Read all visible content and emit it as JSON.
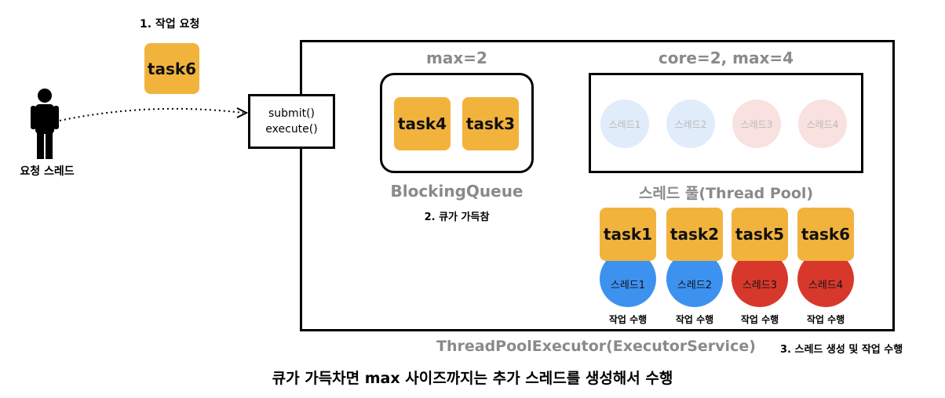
{
  "request": {
    "step_label": "1. 작업 요청",
    "task": "task6",
    "person_label": "요청 스레드"
  },
  "executor": {
    "methods": [
      "submit()",
      "execute()"
    ],
    "name": "ThreadPoolExecutor(ExecutorService)"
  },
  "queue": {
    "max_label": "max=2",
    "tasks": [
      "task4",
      "task3"
    ],
    "name": "BlockingQueue",
    "status": "2. 큐가 가득참"
  },
  "pool": {
    "max_label": "core=2, max=4",
    "idle_threads": [
      {
        "name": "스레드1",
        "color": "blue"
      },
      {
        "name": "스레드2",
        "color": "blue"
      },
      {
        "name": "스레드3",
        "color": "red"
      },
      {
        "name": "스레드4",
        "color": "red"
      }
    ],
    "name": "스레드 풀(Thread Pool)",
    "workers": [
      {
        "task": "task1",
        "thread": "스레드1",
        "color": "blue",
        "action": "작업 수행"
      },
      {
        "task": "task2",
        "thread": "스레드2",
        "color": "blue",
        "action": "작업 수행"
      },
      {
        "task": "task5",
        "thread": "스레드3",
        "color": "red",
        "action": "작업 수행"
      },
      {
        "task": "task6",
        "thread": "스레드4",
        "color": "red",
        "action": "작업 수행"
      }
    ],
    "step_label": "3. 스레드 생성 및 작업 수행"
  },
  "caption": "큐가 가득차면 max 사이즈까지는 추가 스레드를 생성해서 수행",
  "colors": {
    "task": "#f2b33d",
    "thread_blue": "#3d92f0",
    "thread_red": "#d8382b",
    "ghost_blue": "#e1ecfb",
    "ghost_red": "#f8e1df"
  }
}
